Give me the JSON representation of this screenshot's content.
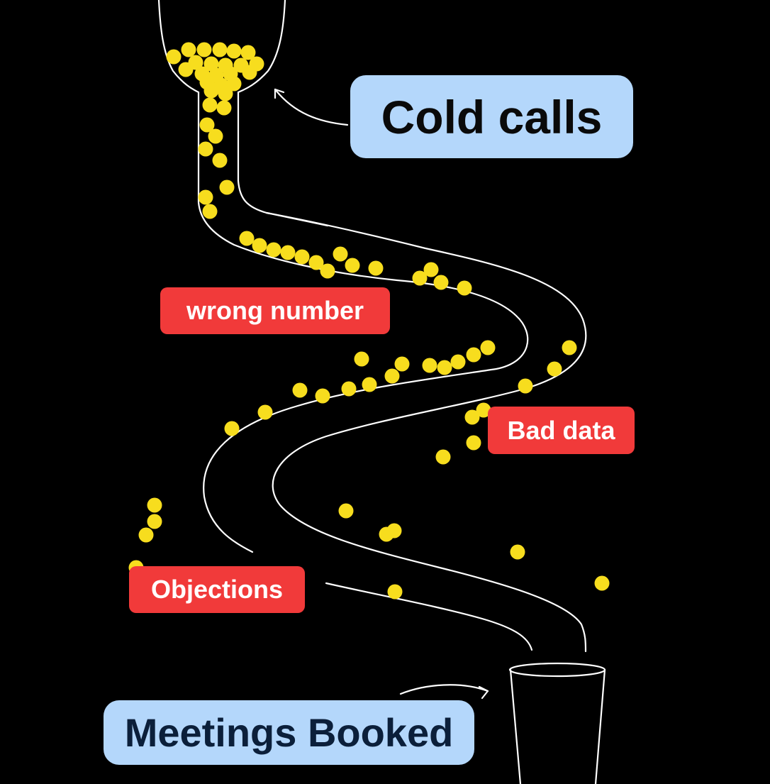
{
  "labels": {
    "top": "Cold calls",
    "bottom": "Meetings Booked",
    "leak_1": "wrong number",
    "leak_2": "Bad data",
    "leak_3": "Objections"
  },
  "colors": {
    "background": "#000000",
    "ball": "#f7dd1e",
    "line": "#ffffff",
    "blue_label": "#b4d7fb",
    "red_label": "#f13a3a"
  }
}
